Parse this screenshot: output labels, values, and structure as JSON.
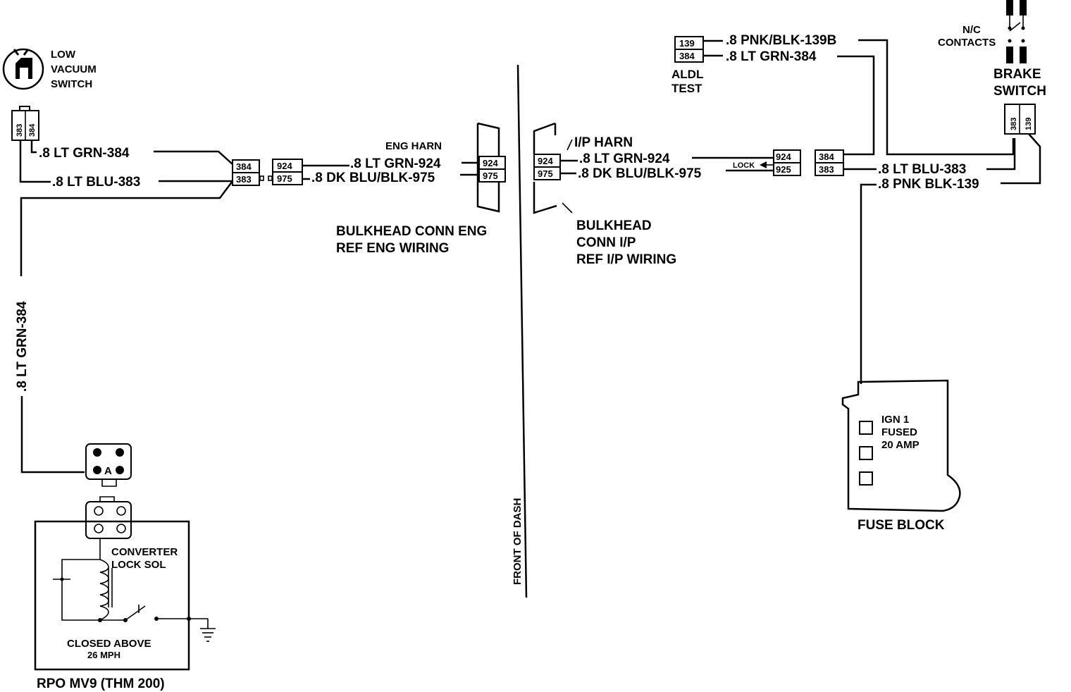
{
  "low_vacuum_switch": {
    "line1": "LOW",
    "line2": "VACUUM",
    "line3": "SWITCH",
    "pin_a": "383",
    "pin_b": "384"
  },
  "wires": {
    "lt_grn_384_top": ".8 LT GRN-384",
    "lt_blu_383_left": ".8 LT BLU-383",
    "lt_grn_384_vertical": ".8 LT GRN-384",
    "lt_grn_924_eng": ".8 LT GRN-924",
    "dk_blu_blk_975_eng": ".8 DK BLU/BLK-975",
    "lt_grn_924_ip": ".8 LT GRN-924",
    "dk_blu_blk_975_ip": ".8 DK BLU/BLK-975",
    "pnk_blk_139b": ".8 PNK/BLK-139B",
    "lt_grn_384_aldl": ".8 LT GRN-384",
    "lt_blu_383_right": ".8 LT BLU-383",
    "pnk_blk_139": ".8 PNK BLK-139"
  },
  "connectors": {
    "c1_top": "384",
    "c1_bot": "383",
    "c2_top": "924",
    "c2_bot": "975",
    "eng_top": "924",
    "eng_bot": "975",
    "ip_top": "924",
    "ip_bot": "975",
    "lock_top": "924",
    "lock_bot": "925",
    "right_top": "384",
    "right_bot": "383",
    "aldl_top": "139",
    "aldl_bot": "384",
    "brake_a": "383",
    "brake_b": "139"
  },
  "labels": {
    "eng_harn": "ENG HARN",
    "ip_harn": "I/P HARN",
    "bulkhead_eng_1": "BULKHEAD  CONN ENG",
    "bulkhead_eng_2": "REF ENG WIRING",
    "bulkhead_ip_1": "BULKHEAD",
    "bulkhead_ip_2": "CONN I/P",
    "bulkhead_ip_3": "REF I/P WIRING",
    "front_of_dash": "FRONT OF DASH",
    "lock": "LOCK",
    "aldl_1": "ALDL",
    "aldl_2": "TEST",
    "nc_1": "N/C",
    "nc_2": "CONTACTS",
    "brake_1": "BRAKE",
    "brake_2": "SWITCH",
    "ign_1": "IGN 1",
    "ign_2": "FUSED",
    "ign_3": "20 AMP",
    "fuse_block": "FUSE BLOCK",
    "converter_1": "CONVERTER",
    "converter_2": "LOCK SOL",
    "closed_1": "CLOSED ABOVE",
    "closed_2": "26 MPH",
    "rpo": "RPO MV9 (THM 200)",
    "pin_a": "A"
  }
}
